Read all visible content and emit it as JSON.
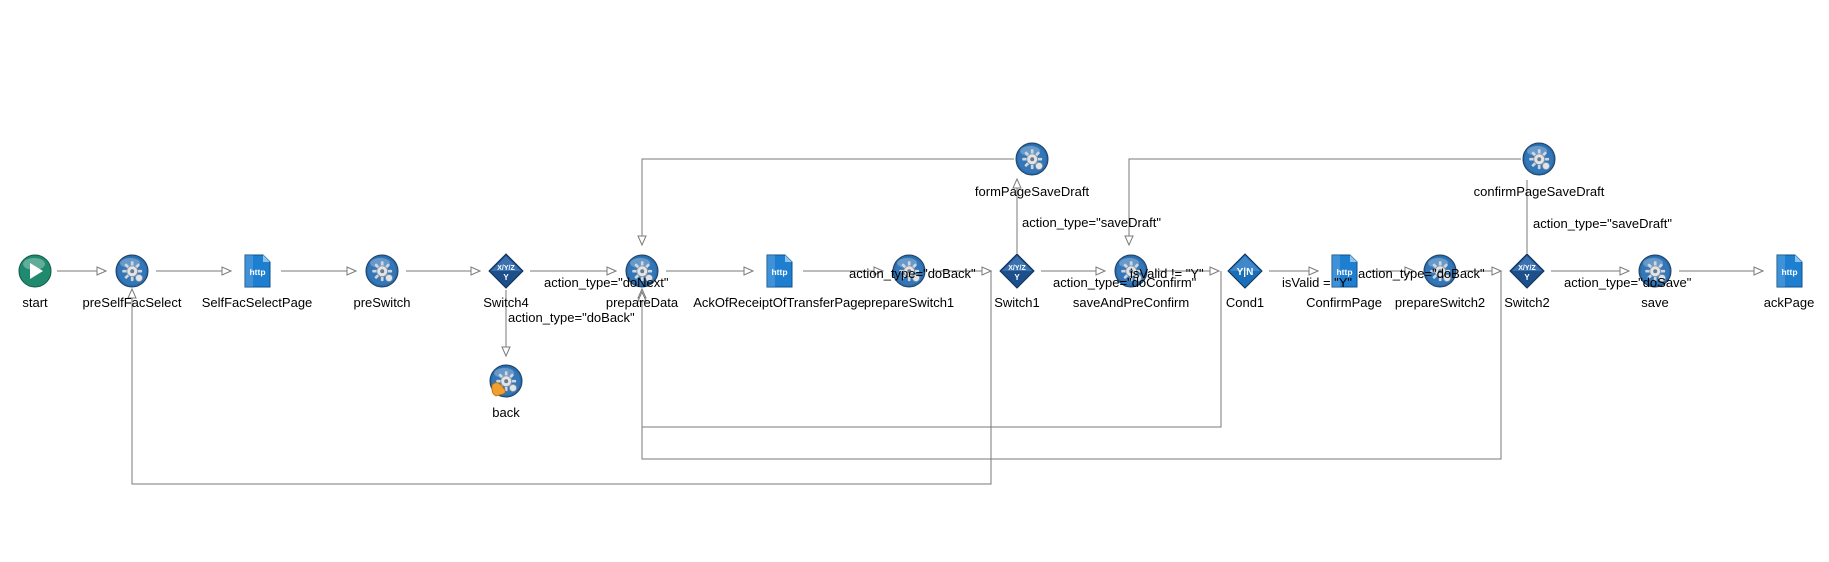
{
  "colors": {
    "line": "#7a7a7a",
    "arrow_fill": "#ffffff",
    "start_fill": "#1f8a6e",
    "action_fill": "#2a6aa8",
    "switch_fill": "#1d4f8a",
    "page_fill": "#1e7fd0",
    "cond_fill": "#1b6fb8"
  },
  "nodes": {
    "start": {
      "label": "start",
      "icon": "play-icon"
    },
    "preSelfFacSelect": {
      "label": "preSelfFacSelect",
      "icon": "gear-icon"
    },
    "SelfFacSelectPage": {
      "label": "SelfFacSelectPage",
      "icon": "http-page-icon",
      "icon_text": "http"
    },
    "preSwitch": {
      "label": "preSwitch",
      "icon": "gear-icon"
    },
    "Switch4": {
      "label": "Switch4",
      "icon": "switch-icon",
      "icon_text": "X/Y/Z Y"
    },
    "back": {
      "label": "back",
      "icon": "gear-hand-icon"
    },
    "prepareData": {
      "label": "prepareData",
      "icon": "gear-icon"
    },
    "AckOfReceiptOfTransferPage": {
      "label": "AckOfReceiptOfTransferPage",
      "icon": "http-page-icon",
      "icon_text": "http"
    },
    "prepareSwitch1": {
      "label": "prepareSwitch1",
      "icon": "gear-icon"
    },
    "Switch1": {
      "label": "Switch1",
      "icon": "switch-icon",
      "icon_text": "X/Y/Z Y"
    },
    "formPageSaveDraft": {
      "label": "formPageSaveDraft",
      "icon": "gear-icon"
    },
    "saveAndPreConfirm": {
      "label": "saveAndPreConfirm",
      "icon": "gear-icon"
    },
    "Cond1": {
      "label": "Cond1",
      "icon": "condition-icon",
      "icon_text": "Y|N"
    },
    "ConfirmPage": {
      "label": "ConfirmPage",
      "icon": "http-page-icon",
      "icon_text": "http"
    },
    "prepareSwitch2": {
      "label": "prepareSwitch2",
      "icon": "gear-icon"
    },
    "Switch2": {
      "label": "Switch2",
      "icon": "switch-icon",
      "icon_text": "X/Y/Z Y"
    },
    "confirmPageSaveDraft": {
      "label": "confirmPageSaveDraft",
      "icon": "gear-icon"
    },
    "save": {
      "label": "save",
      "icon": "gear-icon"
    },
    "ackPage": {
      "label": "ackPage",
      "icon": "http-page-icon",
      "icon_text": "http"
    }
  },
  "edge_labels": {
    "switch4_to_prepareData": "action_type=\"doNext\"",
    "switch4_to_back": "action_type=\"doBack\"",
    "switch1_back": "action_type=\"doBack\"",
    "switch1_to_formPageSaveDraft": "action_type=\"saveDraft\"",
    "switch1_to_saveAndPreConfirm": "action_type=\"doConfirm\"",
    "cond1_not_valid": "isValid != \"Y\"",
    "cond1_valid": "isValid = \"Y\"",
    "switch2_back": "action_type=\"doBack\"",
    "switch2_to_confirmPageSaveDraft": "action_type=\"saveDraft\"",
    "switch2_to_save": "action_type=\"doSave\""
  }
}
